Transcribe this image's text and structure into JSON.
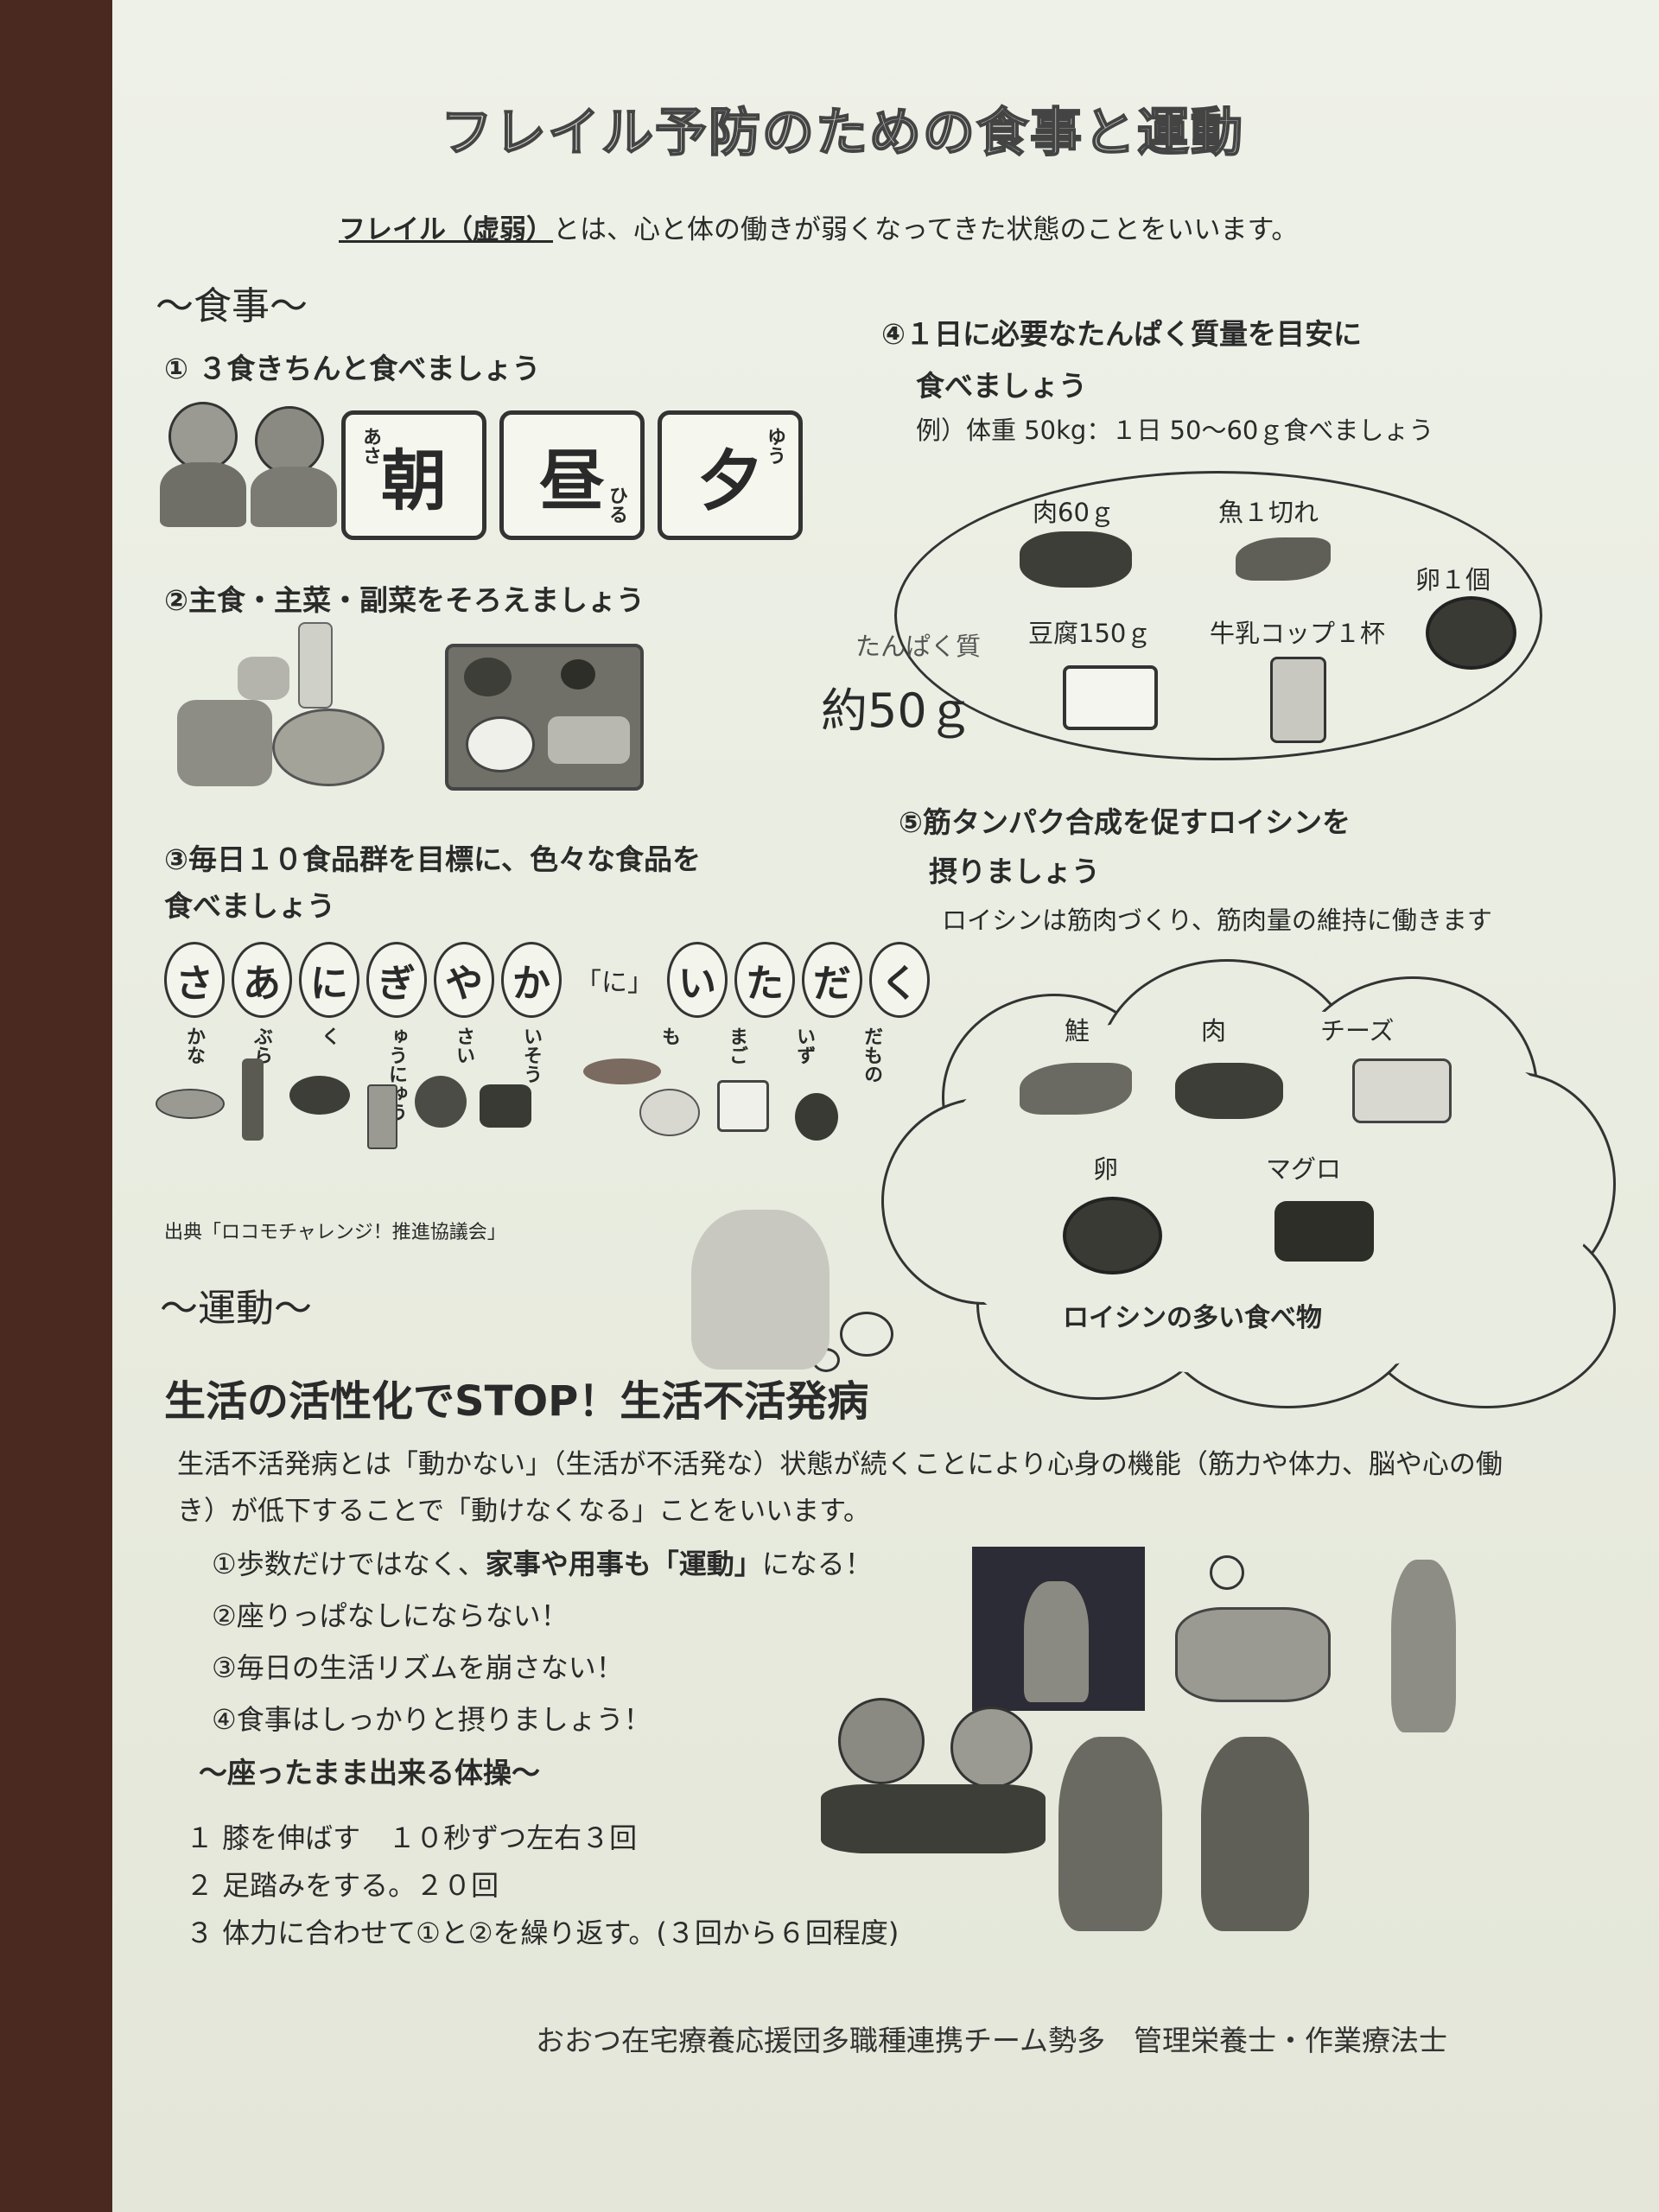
{
  "title": "フレイル予防のための食事と運動",
  "intro": {
    "keyword": "フレイル（虚弱）",
    "rest": "とは、心と体の働きが弱くなってきた状態のことをいいます。"
  },
  "diet": {
    "heading": "〜食事〜",
    "item1": "① ３食きちんと食べましょう",
    "meals": [
      {
        "kanji": "朝",
        "reading": "あさ"
      },
      {
        "kanji": "昼",
        "reading": "ひる"
      },
      {
        "kanji": "夕",
        "reading": "ゆう"
      }
    ],
    "item2": "②主食・主菜・副菜をそろえましょう",
    "item3_line1": "③毎日１０食品群を目標に、色々な食品を",
    "item3_line2": "食べましょう",
    "mnemonic": {
      "group1": [
        "さ",
        "あ",
        "に",
        "ぎ",
        "や",
        "か"
      ],
      "separator": "「に」",
      "group2": [
        "い",
        "た",
        "だ",
        "く"
      ],
      "readings": [
        "かな",
        "ぶら",
        "く",
        "ゅうにゅう",
        "さい",
        "いそう",
        "も",
        "まご",
        "いず",
        "だもの"
      ]
    },
    "source": "出典「ロコモチャレンジ！推進協議会」",
    "item4_line1": "④１日に必要なたんぱく質量を目安に",
    "item4_line2": "食べましょう",
    "item4_example": "例）体重 50kg：１日 50〜60ｇ食べましょう",
    "protein": {
      "label": "たんぱく質",
      "total": "約50ｇ",
      "foods": [
        "肉60ｇ",
        "魚１切れ",
        "卵１個",
        "豆腐150ｇ",
        "牛乳コップ１杯"
      ]
    },
    "item5_line1": "⑤筋タンパク合成を促すロイシンを",
    "item5_line2": "摂りましょう",
    "item5_desc": "ロイシンは筋肉づくり、筋肉量の維持に働きます",
    "leucine": {
      "foods": [
        "鮭",
        "肉",
        "チーズ",
        "卵",
        "マグロ"
      ],
      "caption": "ロイシンの多い食べ物"
    }
  },
  "exercise": {
    "heading": "〜運動〜",
    "stop_heading": "生活の活性化でSTOP！生活不活発病",
    "paragraph": "生活不活発病とは「動かない」（生活が不活発な）状態が続くことにより心身の機能（筋力や体力、脳や心の働き）が低下することで「動けなくなる」ことをいいます。",
    "tips": [
      {
        "pre": "①歩数だけではなく、",
        "bold": "家事や用事も「運動」",
        "post": "になる！"
      },
      {
        "pre": "②座りっぱなしにならない！",
        "bold": "",
        "post": ""
      },
      {
        "pre": "③毎日の生活リズムを崩さない！",
        "bold": "",
        "post": ""
      },
      {
        "pre": "④食事はしっかりと摂りましょう！",
        "bold": "",
        "post": ""
      }
    ],
    "seated_heading": "〜座ったまま出来る体操〜",
    "steps": [
      "１ 膝を伸ばす　１０秒ずつ左右３回",
      "２ 足踏みをする。２０回",
      "３ 体力に合わせて①と②を繰り返す。(３回から６回程度)"
    ]
  },
  "footer": "おおつ在宅療養応援団多職種連携チーム勢多　管理栄養士・作業療法士",
  "colors": {
    "paper": "#e9ece0",
    "ink": "#2a2a2a",
    "background": "#4a2a20"
  }
}
